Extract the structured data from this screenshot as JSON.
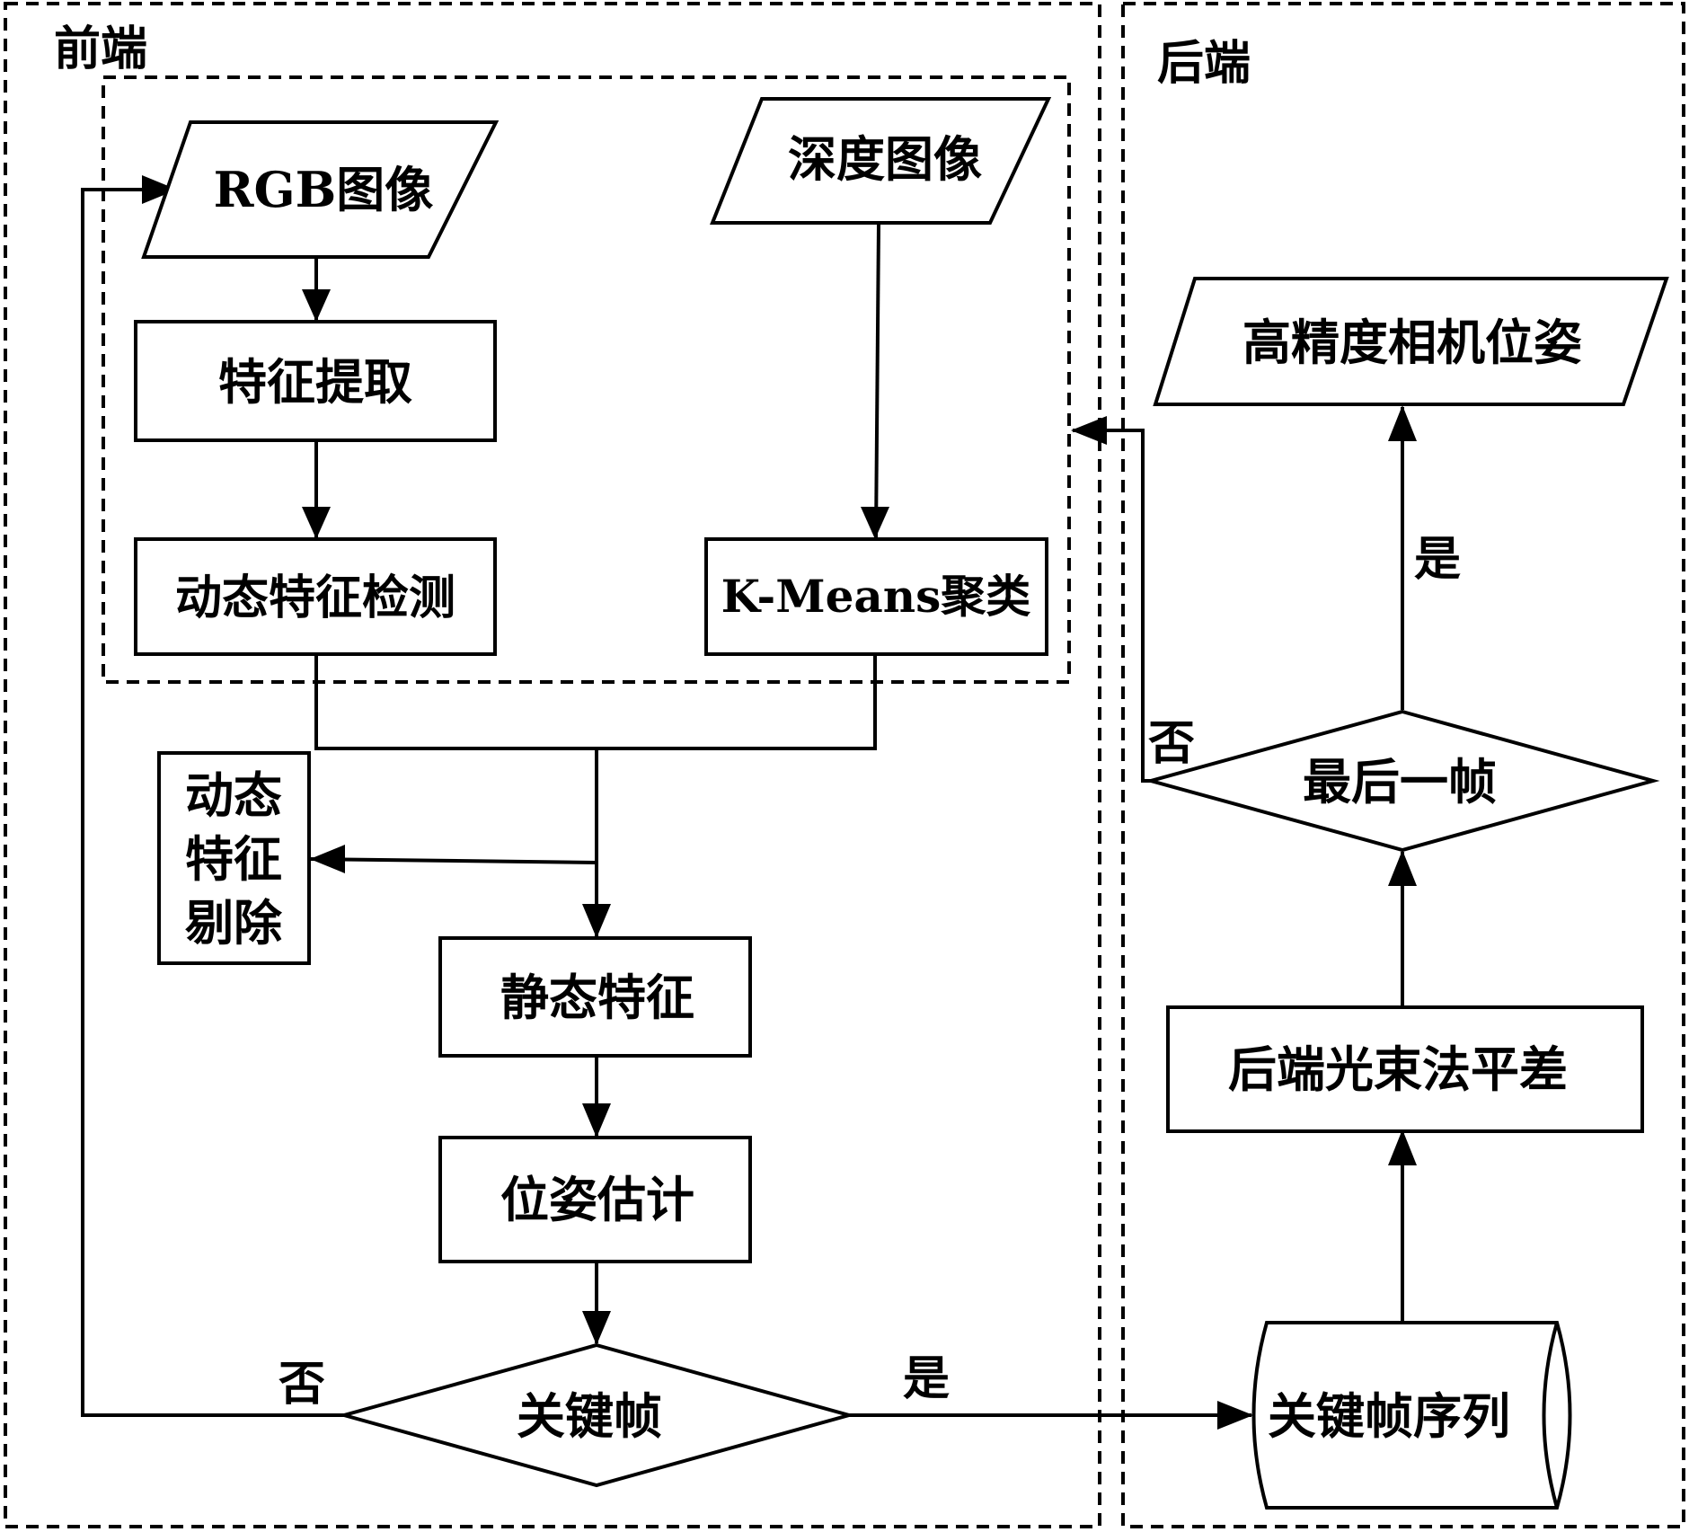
{
  "regions": {
    "frontend": "前端",
    "backend": "后端"
  },
  "nodes": {
    "rgb_image": "RGB图像",
    "depth_image": "深度图像",
    "feature_extraction": "特征提取",
    "dynamic_feature_detection": "动态特征检测",
    "kmeans_clustering": "K-Means聚类",
    "dynamic_feature_removal": [
      "动态",
      "特征",
      "剔除"
    ],
    "static_features": "静态特征",
    "pose_estimation": "位姿估计",
    "keyframe": "关键帧",
    "keyframe_sequence": "关键帧序列",
    "backend_bundle_adjustment": "后端光束法平差",
    "last_frame": "最后一帧",
    "high_precision_pose": "高精度相机位姿"
  },
  "edge_labels": {
    "keyframe_no": "否",
    "keyframe_yes": "是",
    "last_frame_no": "否",
    "last_frame_yes": "是"
  }
}
